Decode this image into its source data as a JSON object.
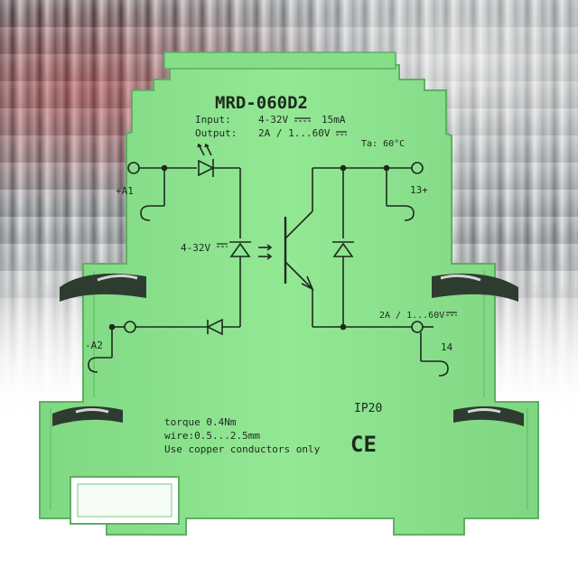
{
  "module": {
    "model": "MRD-060D2",
    "input_label": "Input:",
    "input_value": "4-32V",
    "input_current": "15mA",
    "output_label": "Output:",
    "output_value": "2A / 1...60V",
    "ambient_temp": "Ta: 60°C",
    "terminal_a1": "+A1",
    "terminal_a2": "-A2",
    "terminal_13": "13+",
    "terminal_14": "14",
    "diode_voltage": "4-32V",
    "output_rating": "2A / 1...60V",
    "ip_rating": "IP20",
    "torque": "torque 0.4Nm",
    "wire": "wire:0.5...2.5mm",
    "conductors": "Use copper conductors only",
    "ce_mark": "CE",
    "body_color": "#8fe690",
    "line_color": "#1c2a1e"
  }
}
